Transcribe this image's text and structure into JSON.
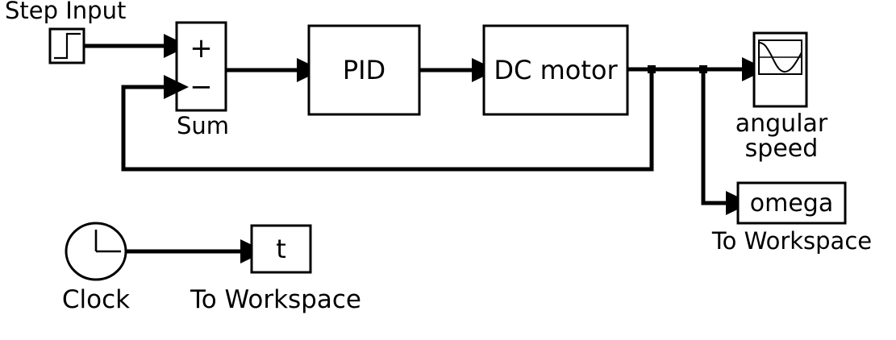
{
  "diagram": {
    "title": "DC motor PID control block diagram",
    "stroke_color": "#000000",
    "background_color": "#ffffff",
    "blocks": [
      {
        "id": "step-input",
        "kind": "step-source",
        "caption": "Step Input",
        "inner_label": ""
      },
      {
        "id": "sum",
        "kind": "sum-junction",
        "caption": "Sum",
        "plus_sign": "+",
        "minus_sign": "−"
      },
      {
        "id": "pid",
        "kind": "transfer-block",
        "inner_label": "PID",
        "caption": ""
      },
      {
        "id": "dc-motor",
        "kind": "transfer-block",
        "inner_label": "DC motor",
        "caption": ""
      },
      {
        "id": "scope",
        "kind": "scope",
        "caption": "angular speed",
        "caption_line_1": "angular",
        "caption_line_2": "speed"
      },
      {
        "id": "omega-to-workspace",
        "kind": "to-workspace",
        "inner_label": "omega",
        "caption": "To Workspace"
      },
      {
        "id": "clock",
        "kind": "clock-source",
        "caption": "Clock",
        "inner_label": ""
      },
      {
        "id": "t-to-workspace",
        "kind": "to-workspace",
        "inner_label": "t",
        "caption": "To Workspace"
      }
    ],
    "signals": [
      {
        "from": "step-input",
        "to": "sum",
        "port": "plus"
      },
      {
        "from": "sum",
        "to": "pid",
        "port": "in"
      },
      {
        "from": "pid",
        "to": "dc-motor",
        "port": "in"
      },
      {
        "from": "dc-motor",
        "to": "scope",
        "port": "in"
      },
      {
        "from": "dc-motor",
        "to": "sum",
        "port": "minus"
      },
      {
        "from": "dc-motor",
        "to": "omega-to-workspace",
        "port": "in"
      },
      {
        "from": "clock",
        "to": "t-to-workspace",
        "port": "in"
      }
    ]
  },
  "labels": {
    "step_input": "Step Input",
    "sum": "Sum",
    "pid": "PID",
    "dc_motor": "DC motor",
    "plus": "+",
    "minus": "−",
    "angular_line1": "angular",
    "angular_line2": "speed",
    "omega": "omega",
    "to_workspace_omega": "To Workspace",
    "clock": "Clock",
    "t": "t",
    "to_workspace_t": "To Workspace"
  }
}
